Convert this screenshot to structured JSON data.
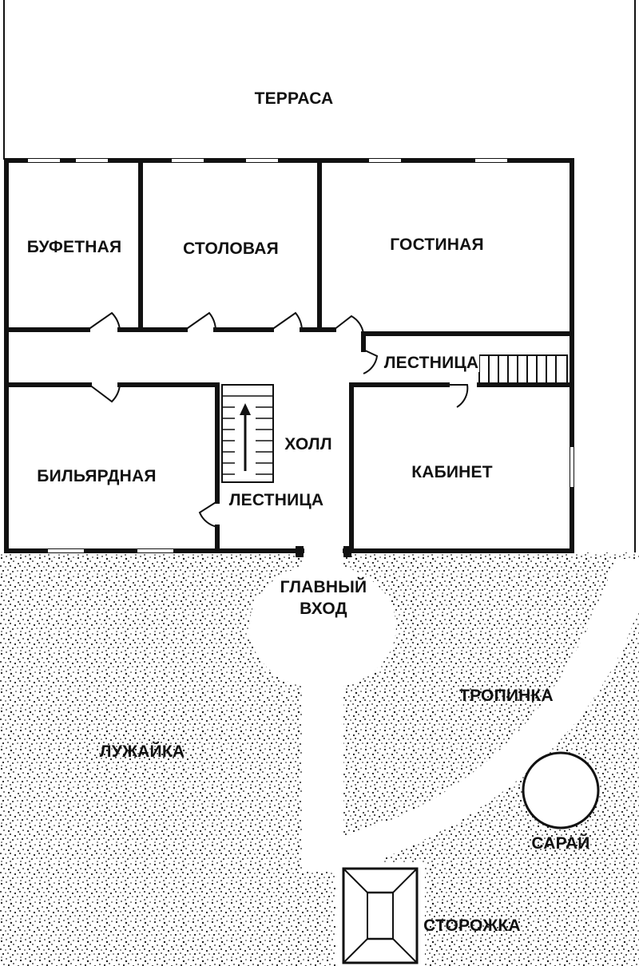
{
  "labels": {
    "terrace": "ТЕРРАСА",
    "pantry": "БУФЕТНАЯ",
    "dining": "СТОЛОВАЯ",
    "living": "ГОСТИНАЯ",
    "stairs_right": "ЛЕСТНИЦА",
    "hall": "ХОЛЛ",
    "billiard": "БИЛЬЯРДНАЯ",
    "stairs_hall": "ЛЕСТНИЦА",
    "study": "КАБИНЕТ",
    "main_entrance_line1": "ГЛАВНЫЙ",
    "main_entrance_line2": "ВХОД",
    "path": "ТРОПИНКА",
    "lawn": "ЛУЖАЙКА",
    "shed": "САРАЙ",
    "lodge": "СТОРОЖКА"
  },
  "colors": {
    "ink": "#111111",
    "paper": "#ffffff",
    "stipple": "#1a1a1a"
  }
}
